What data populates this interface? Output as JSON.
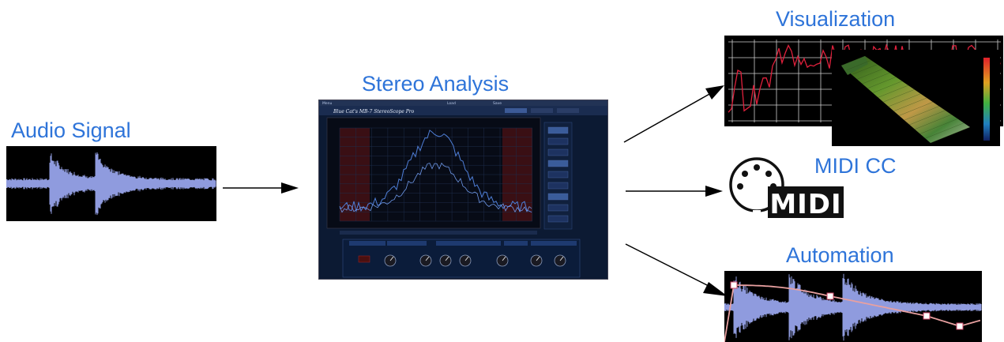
{
  "labels": {
    "audio_signal": "Audio Signal",
    "stereo_analysis": "Stereo Analysis",
    "visualization": "Visualization",
    "midi_cc": "MIDI CC",
    "automation": "Automation",
    "midi_logo": "MIDI"
  },
  "plugin": {
    "title": "Blue Cat's MB-7 StereoScope Pro",
    "menu_items": [
      "Menu",
      "Load",
      "Save"
    ]
  },
  "colors": {
    "label_blue": "#2e74d9",
    "waveform": "#8f9bde",
    "viz_line": "#e0203c",
    "automation_curve": "#e8a0a0",
    "arrow": "#000000"
  },
  "icons": [
    "audio-waveform",
    "midi-din-connector",
    "arrow-right"
  ]
}
